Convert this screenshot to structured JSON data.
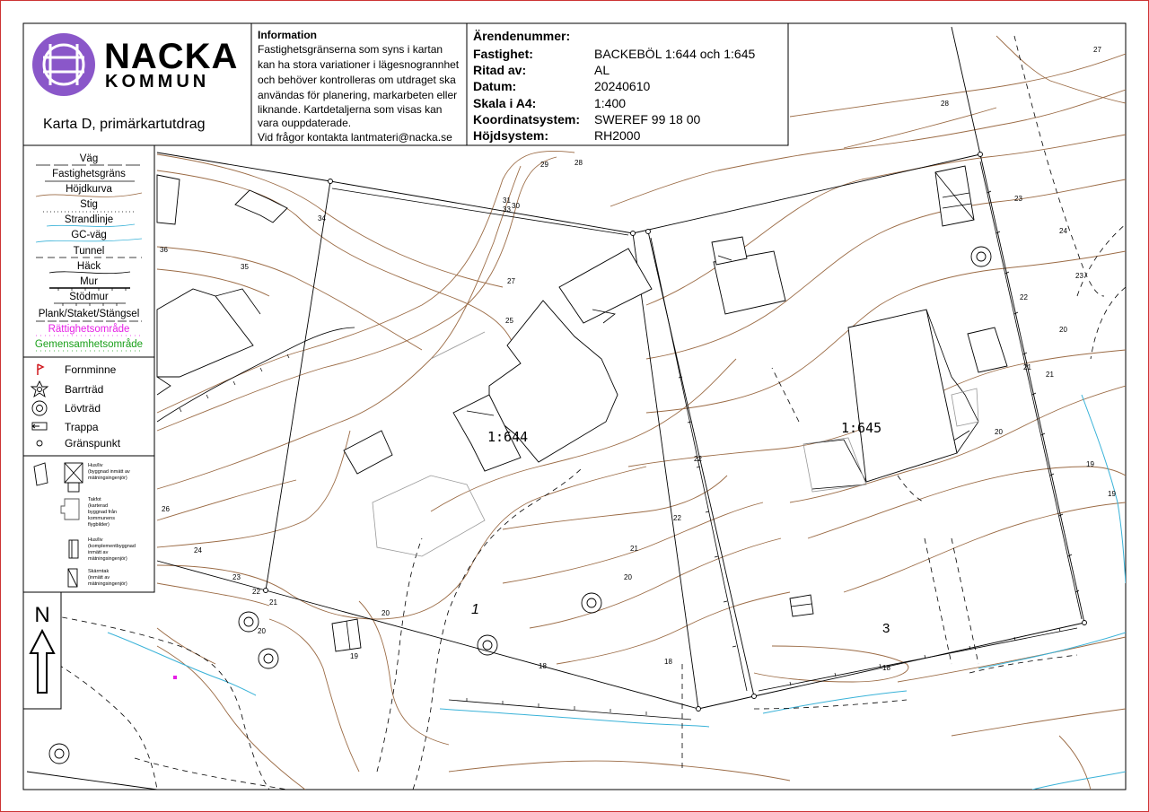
{
  "header": {
    "org_name_1": "NACKA",
    "org_name_2": "KOMMUN",
    "map_title": "Karta D, primärkartutdrag",
    "info_heading": "Information",
    "info_lines": [
      "Fastighetsgränserna som syns i kartan",
      "kan ha stora variationer i lägesnogrannhet",
      "och behöver kontrolleras om utdraget ska",
      "användas för planering, markarbeten eller",
      "liknande. Kartdetaljerna som visas kan",
      "vara ouppdaterade.",
      "Vid frågor kontakta lantmateri@nacka.se"
    ],
    "fields": [
      {
        "label": "Ärendenummer:",
        "value": ""
      },
      {
        "label": "Fastighet:",
        "value": "BACKEBÖL 1:644 och 1:645"
      },
      {
        "label": "Ritad av:",
        "value": "AL"
      },
      {
        "label": "Datum:",
        "value": "20240610"
      },
      {
        "label": "Skala i A4:",
        "value": "1:400"
      },
      {
        "label": "Koordinatsystem:",
        "value": "SWEREF 99 18 00"
      },
      {
        "label": "Höjdsystem:",
        "value": "RH2000"
      }
    ]
  },
  "legend_lines": [
    {
      "label": "Väg",
      "color": "#000000"
    },
    {
      "label": "Fastighetsgräns",
      "color": "#000000"
    },
    {
      "label": "Höjdkurva",
      "color": "#000000"
    },
    {
      "label": "Stig",
      "color": "#000000"
    },
    {
      "label": "Strandlinje",
      "color": "#000000"
    },
    {
      "label": "GC-väg",
      "color": "#000000"
    },
    {
      "label": "Tunnel",
      "color": "#000000"
    },
    {
      "label": "Häck",
      "color": "#000000"
    },
    {
      "label": "Mur",
      "color": "#000000"
    },
    {
      "label": "Stödmur",
      "color": "#000000"
    },
    {
      "label": "Plank/Staket/Stängsel",
      "color": "#000000"
    },
    {
      "label": "Rättighetsområde",
      "color": "#e61ee6"
    },
    {
      "label": "Gemensamhetsområde",
      "color": "#1aa01a"
    }
  ],
  "legend_symbols": [
    {
      "label": "Fornminne",
      "icon": "ancient-monument-icon"
    },
    {
      "label": "Barrträd",
      "icon": "conifer-icon"
    },
    {
      "label": "Lövträd",
      "icon": "deciduous-tree-icon"
    },
    {
      "label": "Trappa",
      "icon": "stairs-icon"
    },
    {
      "label": "Gränspunkt",
      "icon": "boundary-point-icon"
    }
  ],
  "legend_buildings": [
    {
      "lines": [
        "Hus/liv",
        "(byggnad inmätt av",
        "mätningsingenjör)"
      ]
    },
    {
      "lines": [
        "Takfot",
        "(karterad",
        "byggnad från",
        "kommunens",
        "flygbilder)"
      ]
    },
    {
      "lines": [
        "Hus/liv",
        "(komplementbyggnad",
        "inmätt av",
        "mätningsingenjör)"
      ]
    },
    {
      "lines": [
        "Skärmtak",
        "(inmätt av",
        "mätningsingenjör)"
      ]
    }
  ],
  "north_label": "N",
  "map": {
    "property_labels": [
      "1:644",
      "1:645"
    ],
    "area_labels": [
      "1",
      "3"
    ],
    "contour_labels": [
      "27",
      "28",
      "23",
      "22",
      "21",
      "20",
      "19",
      "18",
      "36",
      "35",
      "34",
      "33",
      "29",
      "28",
      "31",
      "30",
      "27",
      "25",
      "24",
      "26",
      "22",
      "21",
      "20",
      "23",
      "19",
      "22",
      "20",
      "21",
      "22",
      "23",
      "24",
      "21",
      "20",
      "19",
      "18",
      "18",
      "20"
    ]
  },
  "colors": {
    "contour": "#9b6b45",
    "water": "#39b2d8",
    "border": "#cc3333",
    "logo": "#8a57c9",
    "rights": "#e61ee6",
    "common": "#1aa01a"
  }
}
